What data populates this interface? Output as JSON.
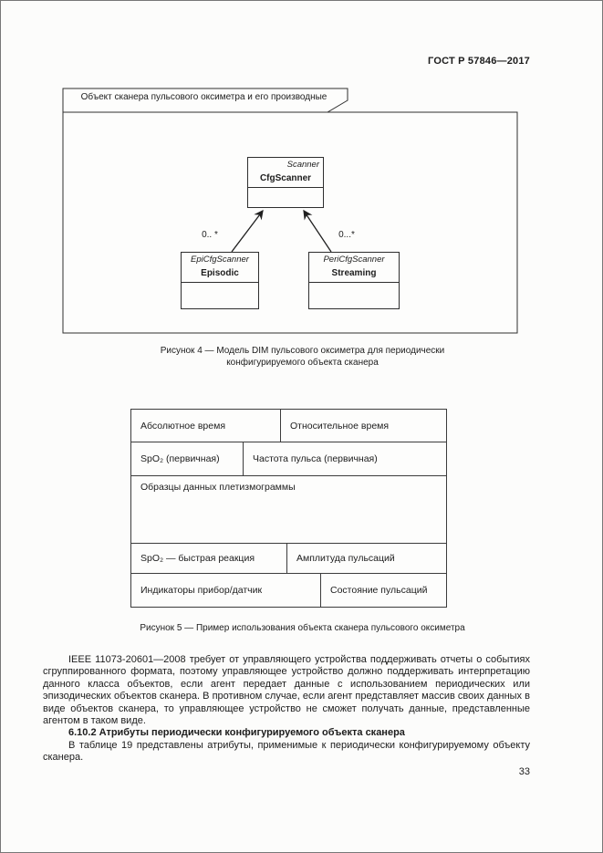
{
  "page": {
    "header": "ГОСТ Р 57846—2017",
    "page_number": "33"
  },
  "figure4": {
    "package_label": "Объект сканера пульсового оксиметра и его производные",
    "parent": {
      "stereotype": "Scanner",
      "name": "CfgScanner"
    },
    "left": {
      "stereotype": "EpiCfgScanner",
      "name": "Episodic",
      "multiplicity": "0.. *"
    },
    "right": {
      "stereotype": "PeriCfgScanner",
      "name": "Streaming",
      "multiplicity": "0...*"
    },
    "caption_line1": "Рисунок 4 — Модель DIM пульсового оксиметра для периодически",
    "caption_line2": "конфигурируемого объекта сканера"
  },
  "figure5": {
    "rows": [
      {
        "cells": [
          "Абсолютное время",
          "Относительное время"
        ]
      },
      {
        "cells": [
          "SpO₂ (первичная)",
          "Частота пульса (первичная)"
        ]
      },
      {
        "cells": [
          "Образцы данных плетизмограммы"
        ]
      },
      {
        "cells": [
          "SpO₂ — быстрая реакция",
          "Амплитуда пульсаций"
        ]
      },
      {
        "cells": [
          "Индикаторы прибор/датчик",
          "Состояние пульсаций"
        ]
      }
    ],
    "caption": "Рисунок 5 — Пример использования объекта сканера пульсового оксиметра"
  },
  "body": {
    "paragraph1": "IEEE 11073-20601—2008 требует от управляющего устройства поддерживать отчеты о событиях сгруппированного формата, поэтому управляющее устройство должно поддерживать интерпретацию данного класса объектов, если агент передает данные с использованием периодических или эпизодических объектов сканера. В противном случае, если агент представляет массив своих данных в виде объектов сканера, то управляющее устройство не сможет получать данные, представленные агентом в таком виде.",
    "heading": "6.10.2 Атрибуты периодически конфигурируемого объекта сканера",
    "paragraph2": "В таблице 19 представлены атрибуты, применимые к периодически конфигурируемому объекту сканера."
  }
}
